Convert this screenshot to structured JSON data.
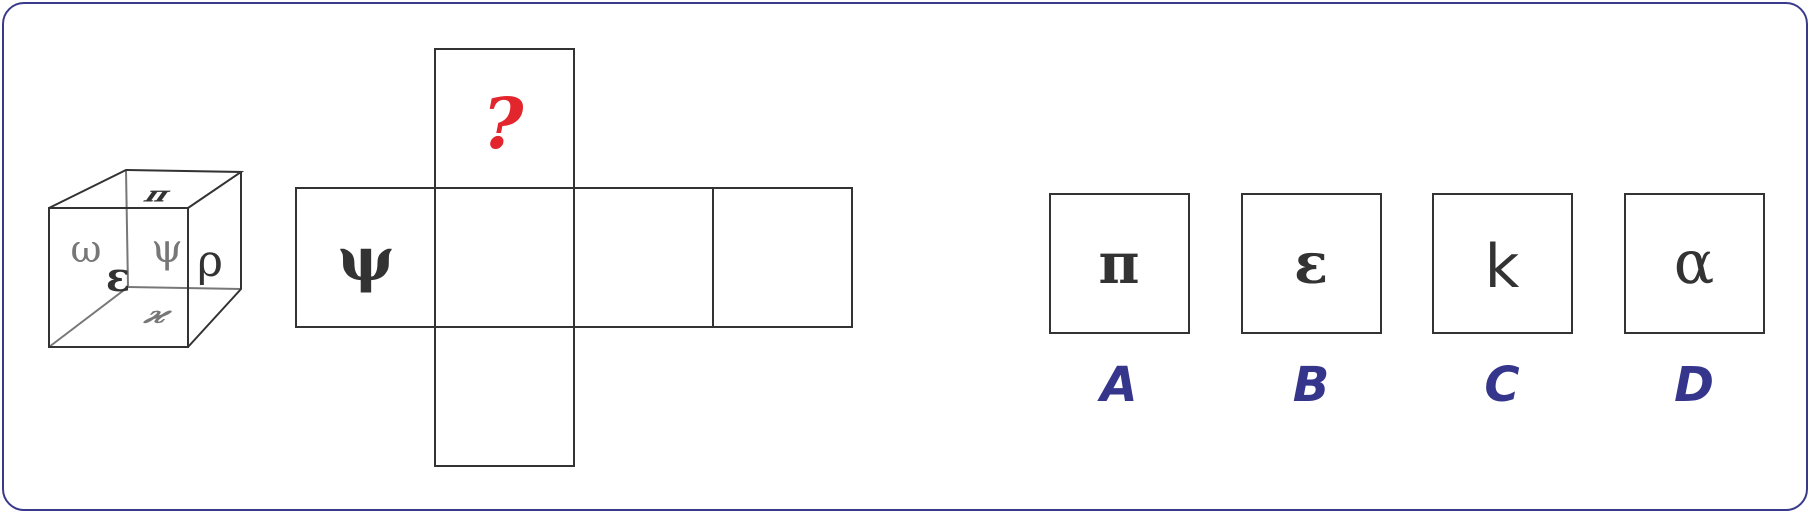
{
  "cube": {
    "faces": {
      "top": "π",
      "front": "ω",
      "right": "ρ",
      "back": "ψ",
      "left": "ε",
      "bottom": "ϰ"
    }
  },
  "net": {
    "question_mark": "?",
    "left_square": "ψ",
    "center_square": "",
    "right_square": "",
    "far_right_square": "",
    "bottom_square": ""
  },
  "options": [
    {
      "letter": "A",
      "symbol": "π"
    },
    {
      "letter": "B",
      "symbol": "ε"
    },
    {
      "letter": "C",
      "symbol": "k"
    },
    {
      "letter": "D",
      "symbol": "α"
    }
  ],
  "colors": {
    "border": "#3a3a8c",
    "label": "#35358c",
    "question": "#e3262d",
    "line": "#333333",
    "gray": "#777777"
  }
}
